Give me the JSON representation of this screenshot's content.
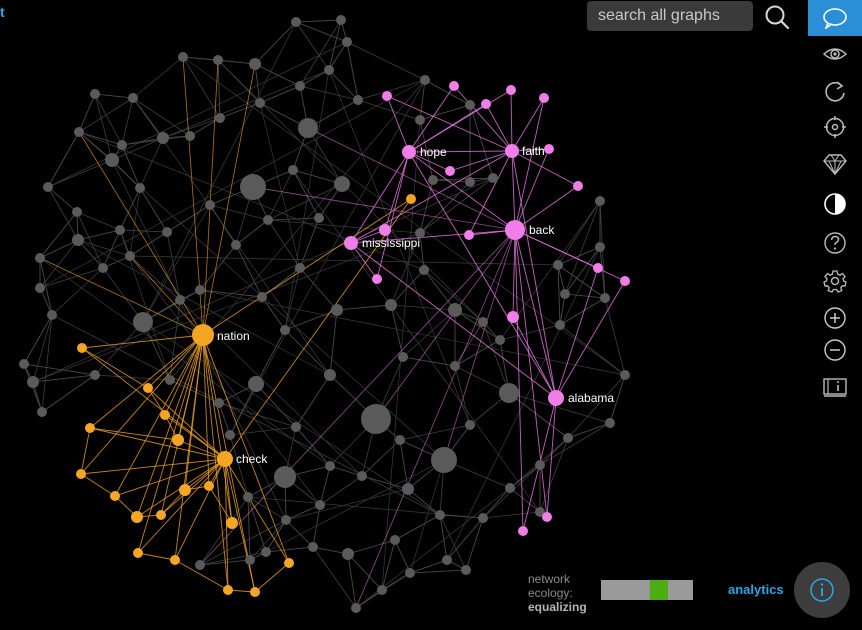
{
  "corner_letter": "t",
  "search": {
    "placeholder": "search all graphs"
  },
  "toolbar": {
    "tools": [
      {
        "icon": "speech-bubble-icon",
        "active": true
      },
      {
        "icon": "eye-icon"
      },
      {
        "icon": "refresh-icon"
      },
      {
        "icon": "target-icon"
      },
      {
        "icon": "diamond-icon"
      },
      {
        "icon": "contrast-icon"
      },
      {
        "icon": "help-icon"
      },
      {
        "icon": "gear-icon"
      },
      {
        "icon": "zoom-in-icon"
      },
      {
        "icon": "zoom-out-icon"
      },
      {
        "icon": "book-info-icon"
      }
    ]
  },
  "ecology": {
    "label_line1": "network",
    "label_line2": "ecology:",
    "state": "equalizing",
    "indicator_position": 0.63,
    "indicator_width": 0.2
  },
  "analytics_label": "analytics",
  "colors": {
    "orange": "#f5a524",
    "pink": "#f07de8",
    "gray": "#5a5a5a",
    "accent": "#2aa7e8",
    "green": "#4cae12"
  },
  "graph_labels": {
    "nation": "nation",
    "check": "check",
    "mississippi": "mississippi",
    "hope": "hope",
    "faith": "faith",
    "back": "back",
    "alabama": "alabama"
  }
}
